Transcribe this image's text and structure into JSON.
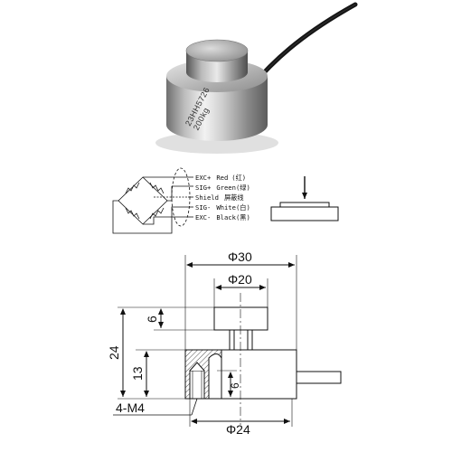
{
  "product_photo": {
    "engraving_line1": "23HH5726",
    "engraving_line2": "200kg"
  },
  "wiring": {
    "wires": [
      {
        "signal": "EXC+",
        "color": "Red",
        "cn": "(红)"
      },
      {
        "signal": "SIG+",
        "color": "Green",
        "cn": "(绿)"
      },
      {
        "signal": "Shield",
        "color": "屏蔽线",
        "cn": ""
      },
      {
        "signal": "SIG-",
        "color": "White",
        "cn": "(白)"
      },
      {
        "signal": "EXC-",
        "color": "Black",
        "cn": "(黑)"
      }
    ]
  },
  "drawing": {
    "dims": {
      "outer_diameter": "Φ30",
      "button_diameter": "Φ20",
      "button_height": "6",
      "total_height": "24",
      "body_height": "13",
      "thread_depth": "6",
      "bolt_circle": "Φ24",
      "mount_holes": "4-M4"
    }
  }
}
